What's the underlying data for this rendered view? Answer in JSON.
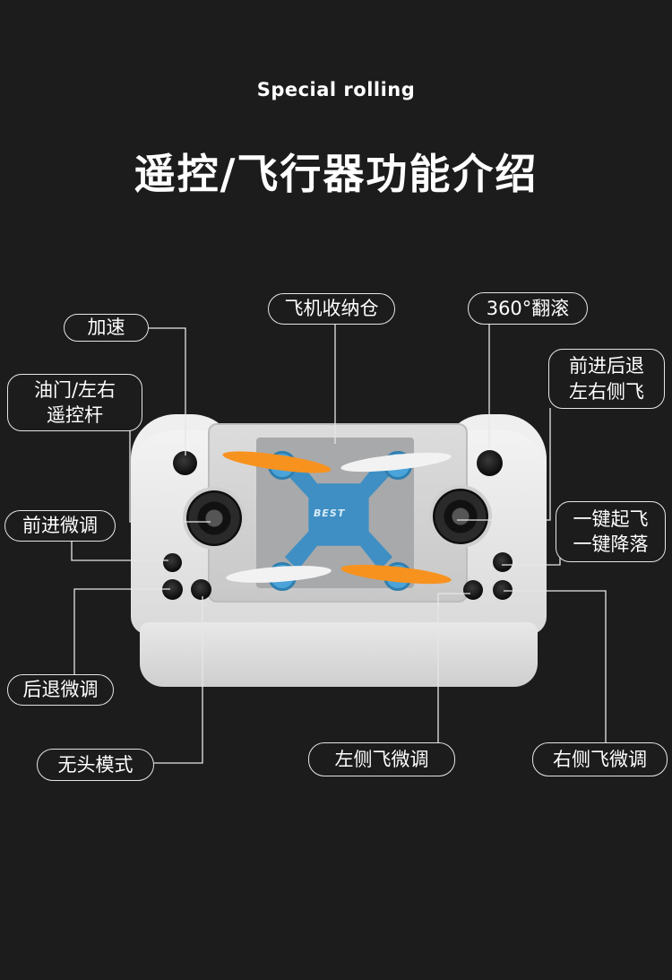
{
  "header": {
    "subtitle": "Special rolling",
    "title": "遥控/飞行器功能介绍"
  },
  "callouts": {
    "accelerate": "加速",
    "throttle_stick": "油门/左右\n遥控杆",
    "forward_trim": "前进微调",
    "backward_trim": "后退微调",
    "headless_mode": "无头模式",
    "storage_bay": "飞机收纳仓",
    "flip_360": "360°翻滚",
    "direction_stick": "前进后退\n左右侧飞",
    "takeoff_landing": "一键起飞\n一键降落",
    "left_side_trim": "左侧飞微调",
    "right_side_trim": "右侧飞微调"
  },
  "product": {
    "brand_mark": "BEST"
  },
  "colors": {
    "background": "#1c1c1c",
    "text": "#ffffff",
    "drone_blue": "#3f8fc4",
    "propeller_orange": "#f7921e",
    "propeller_white": "#f2f2f2"
  }
}
